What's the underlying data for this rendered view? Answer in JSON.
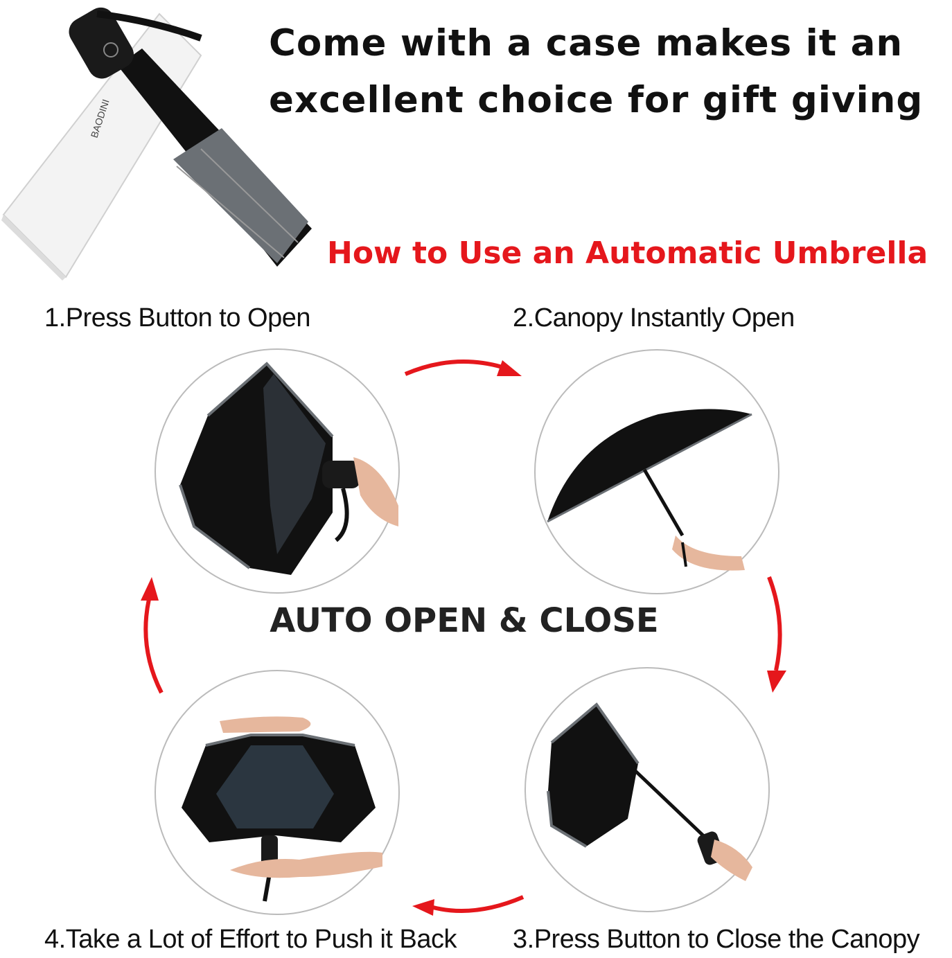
{
  "headline": "Come with a case makes it an excellent choice for gift giving",
  "subheading": "How to Use an Automatic Umbrella",
  "center_label": "AUTO OPEN & CLOSE",
  "brand_on_box": "BAODINI",
  "steps": [
    {
      "label": "1.Press Button to Open"
    },
    {
      "label": "2.Canopy Instantly Open"
    },
    {
      "label": "3.Press Button to Close the Canopy"
    },
    {
      "label": "4.Take a Lot of Effort to Push it Back"
    }
  ],
  "colors": {
    "accent": "#e5171c",
    "text": "#111111",
    "canopy": "#111111",
    "trim": "#6b7075"
  },
  "icons": [
    "umbrella-with-case-icon",
    "curved-arrow-icon"
  ]
}
